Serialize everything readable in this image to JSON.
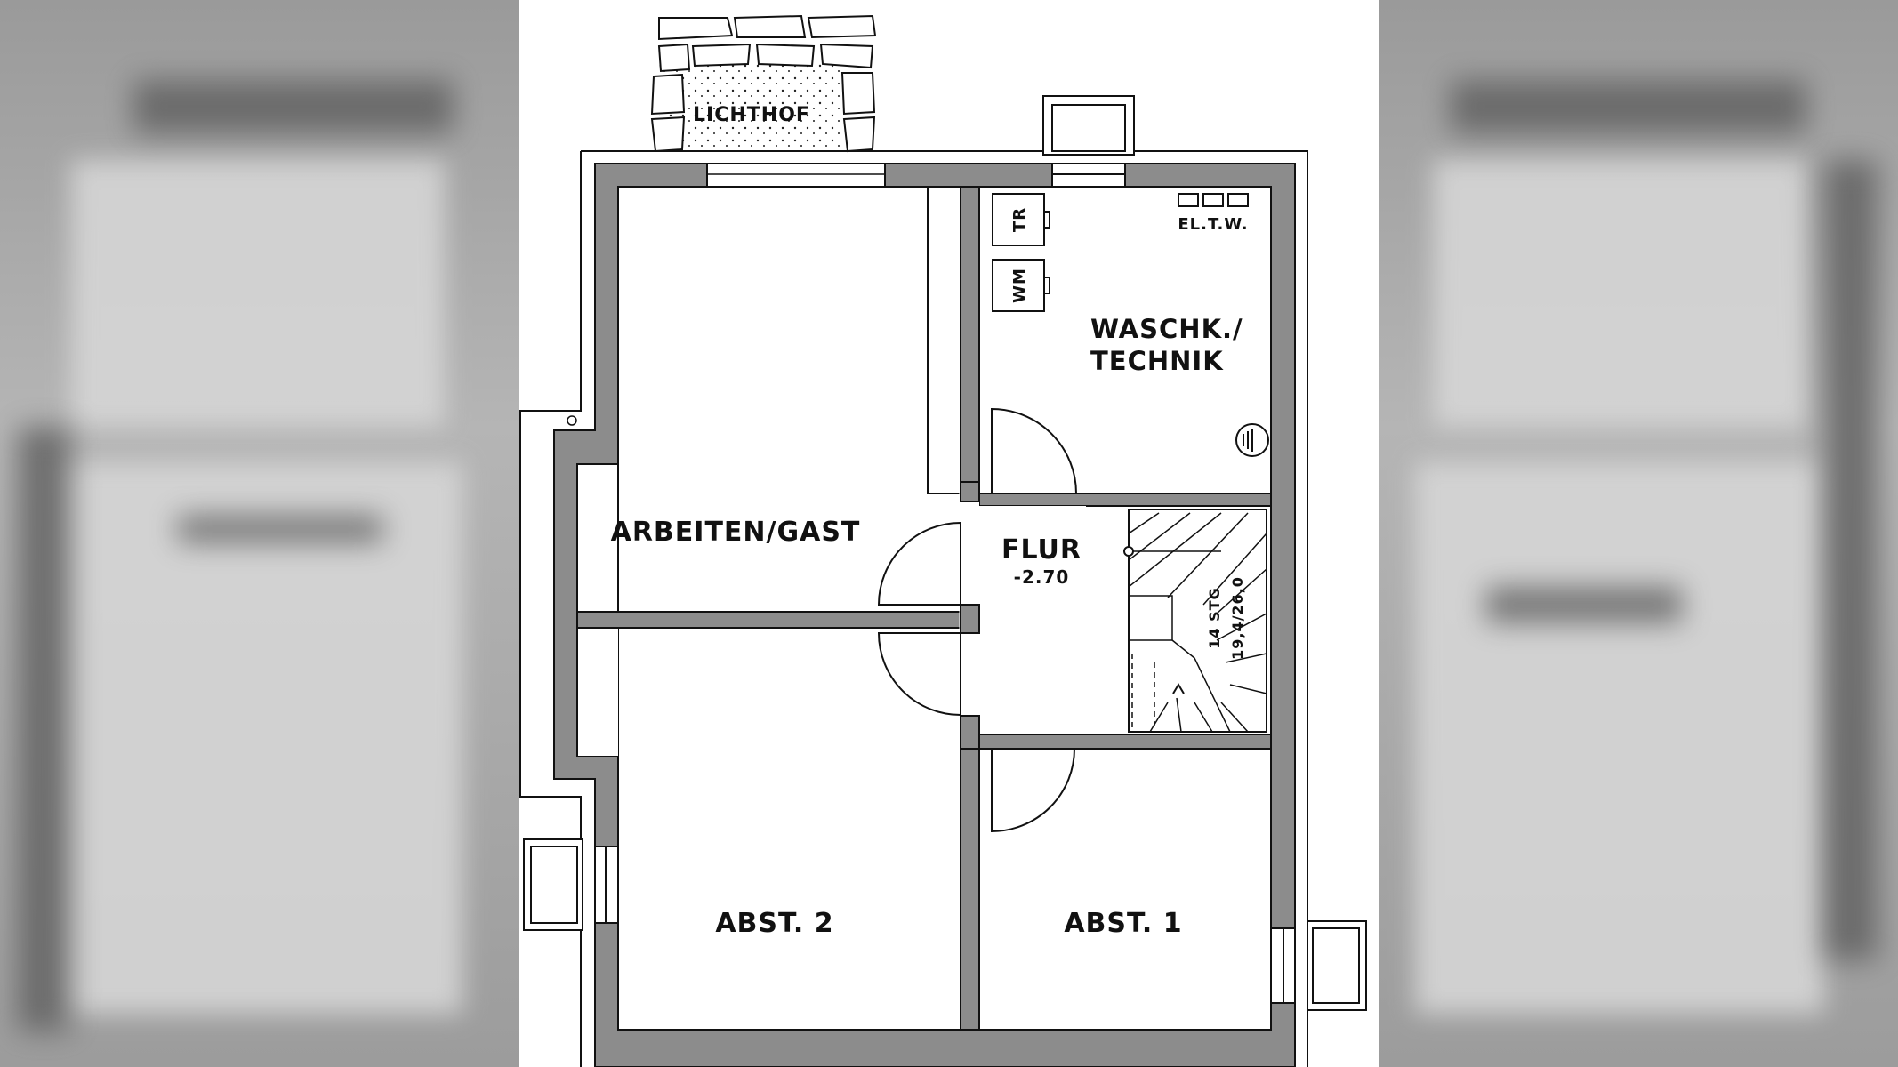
{
  "rooms": {
    "lichthof": "LICHTHOF",
    "arbeiten": "ARBEITEN/GAST",
    "waschk_line1": "WASCHK./",
    "waschk_line2": "TECHNIK",
    "flur": "FLUR",
    "flur_level": "-2.70",
    "abst2": "ABST. 2",
    "abst1": "ABST. 1"
  },
  "fixtures": {
    "dryer": "TR",
    "washer": "WM",
    "meters": "EL.T.W."
  },
  "stairs": {
    "steps": "14 STG",
    "ratio": "19,4/26,0"
  },
  "colors": {
    "wall": "#8c8c8c",
    "line": "#111111",
    "background_blur": "#9a9a9a"
  }
}
